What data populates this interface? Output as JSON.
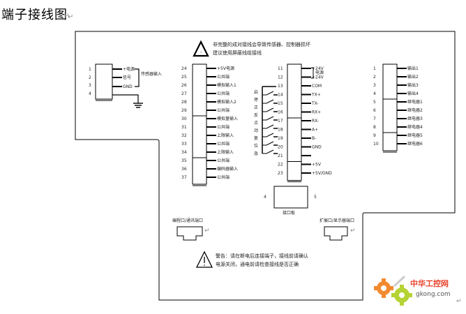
{
  "document": {
    "title": "端子接线图",
    "paragraph_mark": "↵"
  },
  "warnings": {
    "top": {
      "icon": "warning-triangle-icon",
      "line1": "非完整的成对接线会导致传感器、控制器损坏",
      "line2": "建议使用屏蔽线缆接线"
    },
    "bottom": {
      "icon": "warning-triangle-icon",
      "line1": "警告：请在断电后连接端子，接线前请确认",
      "line2": "电源关闭，通电前请检查接线是否正确"
    }
  },
  "block_a": {
    "pins": [
      "1",
      "2",
      "3",
      "4"
    ],
    "wires": [
      "+电源",
      "信号",
      "GND"
    ],
    "group_label": "传感器输入",
    "ground_icon": "ground-icon"
  },
  "block_b": {
    "pins": [
      "24",
      "25",
      "26",
      "27",
      "28",
      "29",
      "30",
      "31",
      "32",
      "33",
      "34",
      "35",
      "36",
      "37"
    ],
    "labels": [
      "+5V电源",
      "公共端",
      "模拟输入1",
      "公共端",
      "模拟输入2",
      "公共端",
      "模拟量输入",
      "公共端",
      "上限输入",
      "公共端",
      "上限输入",
      "公共端",
      "编码器输入",
      "公共端"
    ]
  },
  "block_c": {
    "pins": [
      "11",
      "12",
      "13",
      "14",
      "15",
      "16",
      "17",
      "18",
      "19",
      "20",
      "21",
      "22",
      "23"
    ],
    "labels": [
      "+24V",
      "+24V",
      "COM",
      "TX+",
      "TX-",
      "RX+",
      "RX-",
      "A+",
      "B-",
      "GND",
      "",
      "+5V",
      "+5V/GND"
    ],
    "group_bracket_label": "电源",
    "switch_group_labels": [
      "启",
      "停",
      "正",
      "反",
      "点",
      "动",
      "复",
      "位",
      "急"
    ],
    "connector_box_label": "接口板",
    "connector_left_mark": "4",
    "connector_right_mark": "5"
  },
  "block_d": {
    "pins": [
      "1",
      "2",
      "3",
      "4",
      "5",
      "6",
      "7",
      "8",
      "9",
      "10"
    ],
    "labels": [
      "输出1",
      "输出2",
      "输出3",
      "输出4",
      "继电器1",
      "继电器2",
      "继电器3",
      "继电器4",
      "继电器5",
      "继电器6"
    ]
  },
  "ports": [
    {
      "label": "编程口/通讯端口",
      "mark": "↵"
    },
    {
      "label": "扩展口/显示器端口",
      "mark": "↵"
    }
  ],
  "watermark": {
    "brand_cn": "中华工控网",
    "brand_url": "gkong.com",
    "colors": {
      "orange": "#f28a30",
      "green": "#b5d334",
      "red_text": "#e8402a"
    }
  }
}
